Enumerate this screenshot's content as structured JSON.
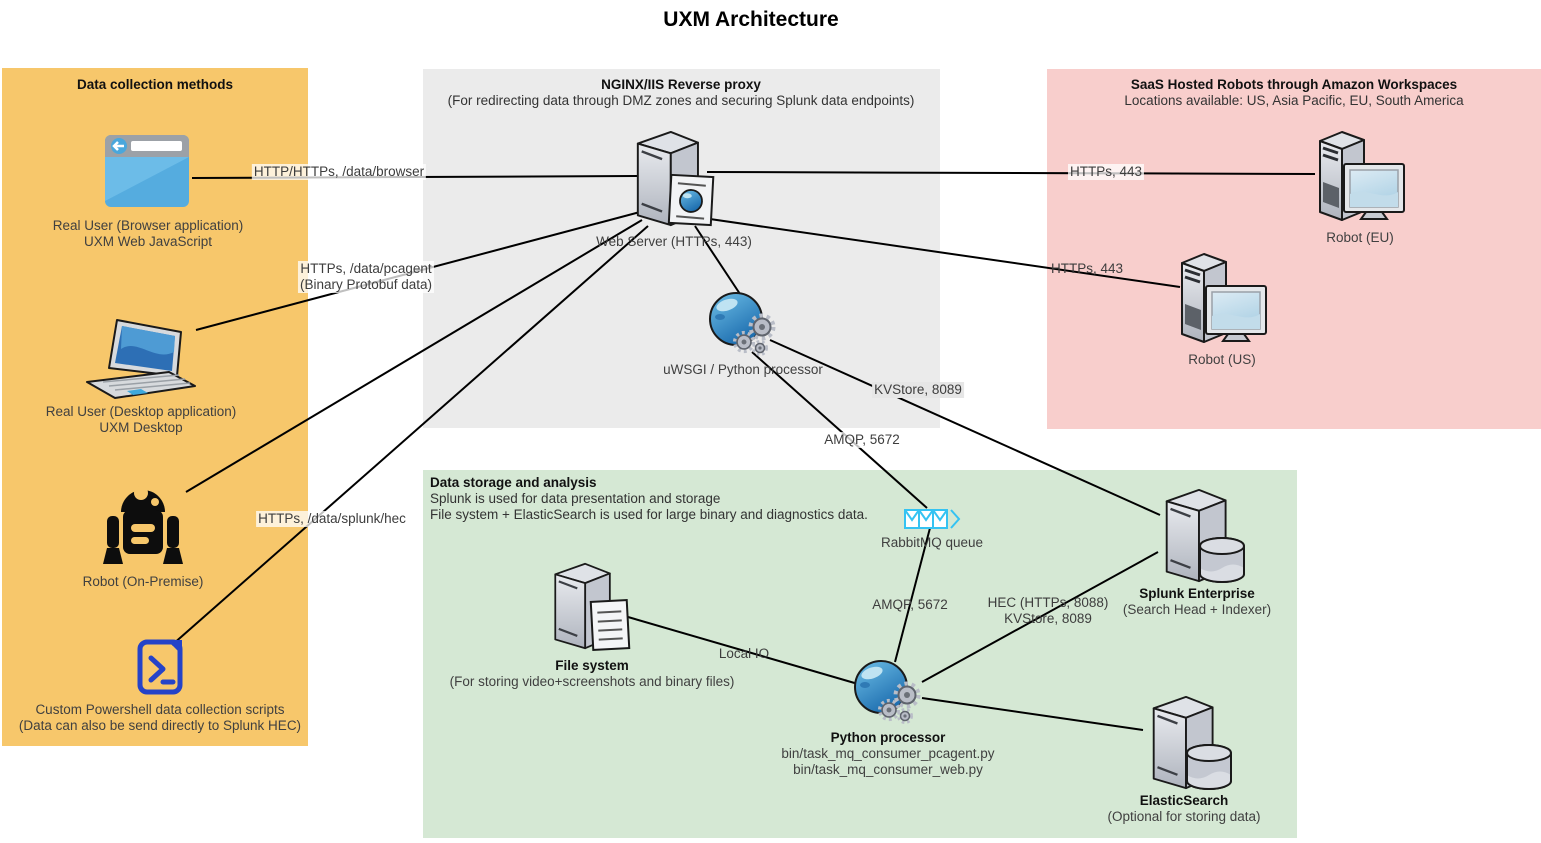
{
  "title": "UXM Architecture",
  "zones": {
    "collection": {
      "title": "Data collection methods",
      "color": "#F7C76B"
    },
    "proxy": {
      "title": "NGINX/IIS Reverse proxy",
      "subtitle": "(For redirecting data through DMZ zones and securing Splunk data endpoints)",
      "color": "#EBEBEB"
    },
    "saas": {
      "title": "SaaS Hosted Robots through Amazon Workspaces",
      "subtitle": "Locations available: US, Asia Pacific, EU, South America",
      "color": "#F8CECC"
    },
    "storage": {
      "title": "Data storage and analysis",
      "line2": "Splunk is used for data presentation and storage",
      "line3": "File system + ElasticSearch is used for large binary and diagnostics data.",
      "color": "#D5E8D4"
    }
  },
  "nodes": {
    "browser": {
      "line1": "Real User (Browser application)",
      "line2": "UXM Web JavaScript"
    },
    "desktop": {
      "line1": "Real User (Desktop application)",
      "line2": "UXM Desktop"
    },
    "robot_onprem": {
      "line1": "Robot (On-Premise)"
    },
    "powershell": {
      "line1": "Custom Powershell data collection scripts",
      "line2": "(Data can also be send directly to Splunk HEC)"
    },
    "web_server": {
      "line1": "Web Server (HTTPs, 443)"
    },
    "uwsgi": {
      "line1": "uWSGI / Python processor"
    },
    "robot_eu": {
      "line1": "Robot (EU)"
    },
    "robot_us": {
      "line1": "Robot (US)"
    },
    "rabbitmq": {
      "line1": "RabbitMQ queue"
    },
    "file_system": {
      "title": "File system",
      "line2": "(For storing video+screenshots and binary files)"
    },
    "python_processor": {
      "title": "Python processor",
      "line2": "bin/task_mq_consumer_pcagent.py",
      "line3": "bin/task_mq_consumer_web.py"
    },
    "splunk": {
      "title": "Splunk Enterprise",
      "line2": "(Search Head + Indexer)"
    },
    "elasticsearch": {
      "title": "ElasticSearch",
      "line2": "(Optional for storing data)"
    }
  },
  "edge_labels": {
    "browser_ws": "HTTP/HTTPs, /data/browser",
    "pcagent_1": "HTTPs, /data/pcagent",
    "pcagent_2": "(Binary Protobuf data)",
    "splunk_hec": "HTTPs, /data/splunk/hec",
    "https_443_eu": "HTTPs, 443",
    "https_443_us": "HTTPs, 443",
    "kvstore_8089": "KVStore, 8089",
    "amqp_upper": "AMQP, 5672",
    "amqp_lower": "AMQP, 5672",
    "hec_1": "HEC (HTTPs, 8088)",
    "hec_2": "KVStore, 8089",
    "local_io": "Local IO"
  },
  "colors": {
    "zone_collection": "#F7C76B",
    "zone_proxy": "#EBEBEB",
    "zone_saas": "#F8CECC",
    "zone_storage": "#D5E8D4",
    "edge_line": "#000000",
    "powershell_blue": "#2543C8",
    "rabbitmq_cyan": "#35C3F2",
    "globe_blue": "#2E86C1",
    "browser_blue": "#5FB3E4"
  }
}
